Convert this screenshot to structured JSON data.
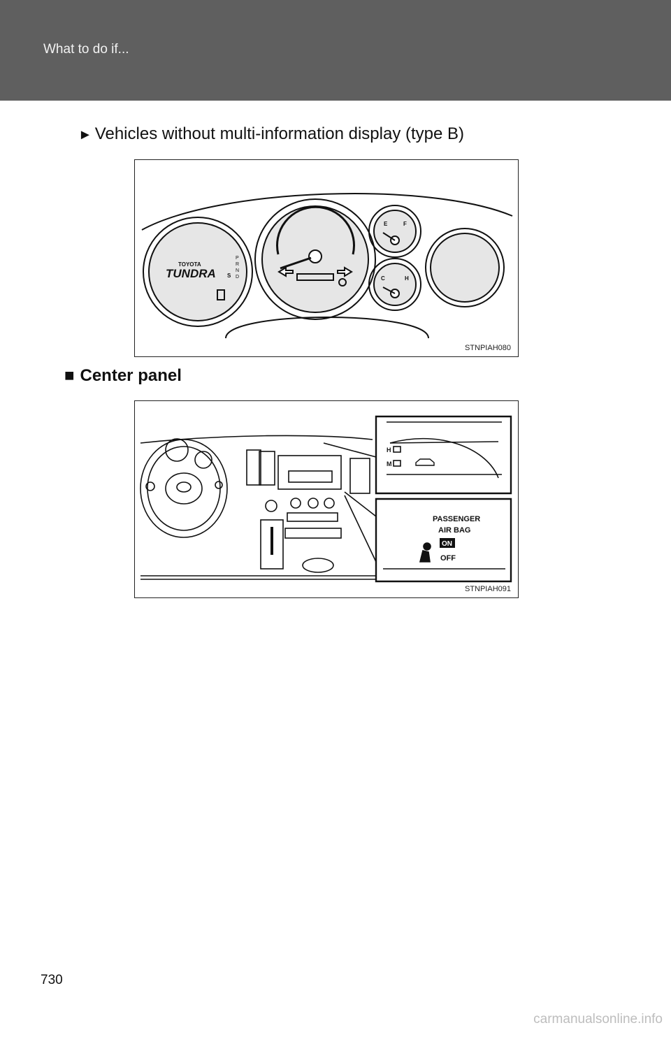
{
  "header": {
    "title": "What to do if..."
  },
  "subsection": {
    "marker": "►",
    "label": "Vehicles without multi-information display (type B)"
  },
  "figure1": {
    "caption": "STNPIAH080",
    "gauge_labels": {
      "brand_small": "TOYOTA",
      "brand_large": "TUNDRA",
      "shift": [
        "P",
        "R",
        "N",
        "D"
      ],
      "shift_s": "S",
      "fuel_e": "E",
      "fuel_f": "F",
      "temp_c": "C",
      "temp_h": "H"
    }
  },
  "section": {
    "marker": "■",
    "label": "Center panel"
  },
  "figure2": {
    "caption": "STNPIAH091",
    "indicator_h": "H",
    "indicator_m": "M",
    "airbag_title1": "PASSENGER",
    "airbag_title2": "AIR BAG",
    "airbag_on": "ON",
    "airbag_off": "OFF"
  },
  "page_number": "730",
  "watermark": "carmanualsonline.info"
}
